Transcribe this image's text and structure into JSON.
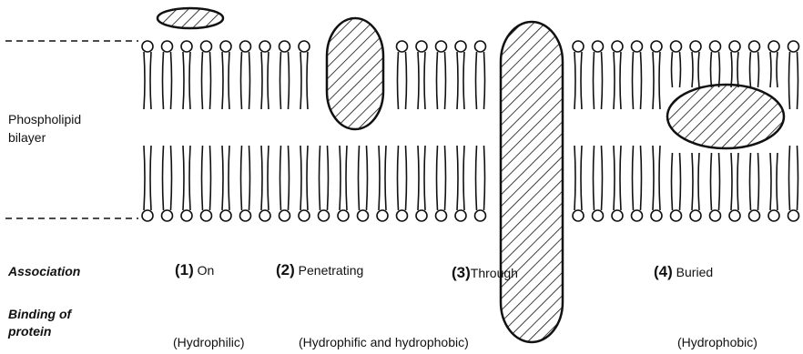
{
  "bilayer_label": [
    "Phospholipid",
    "bilayer"
  ],
  "row_labels": {
    "association": "Association",
    "binding": [
      "Binding of",
      "protein"
    ]
  },
  "associations": [
    {
      "number": "(1)",
      "text": "On",
      "binding": "(Hydrophilic)"
    },
    {
      "number": "(2)",
      "text": "Penetrating",
      "binding": "(Hydrophific and hydrophobic)"
    },
    {
      "number": "(3)",
      "text": "Through",
      "binding": ""
    },
    {
      "number": "(4)",
      "text": "Buried",
      "binding": "(Hydrophobic)"
    }
  ],
  "colors": {
    "ink": "#111111",
    "background": "#ffffff"
  }
}
